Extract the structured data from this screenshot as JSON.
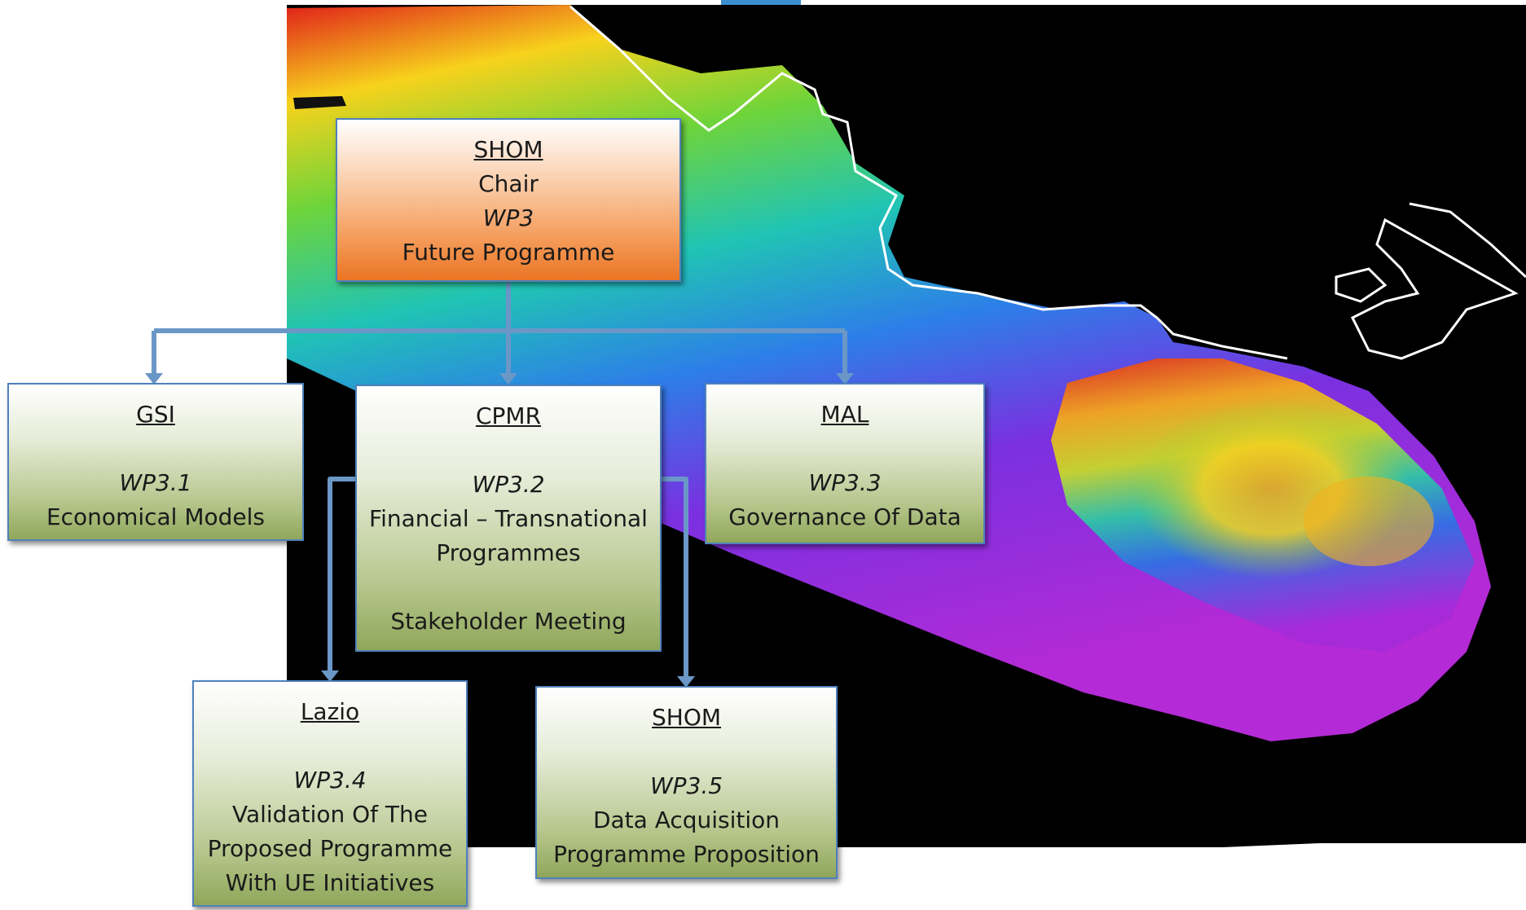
{
  "colors": {
    "box_border": "#4f81bd",
    "connector": "#6b97c7",
    "chair_fill": "#ea7424",
    "wp_fill": "#8fa75a",
    "background_sea": "#000000"
  },
  "chair": {
    "org": "SHOM",
    "role": "Chair",
    "wp": "WP3",
    "title": "Future Programme"
  },
  "work_packages": [
    {
      "id": "gsi",
      "org": "GSI",
      "wp": "WP3.1",
      "lines": [
        "Economical Models"
      ]
    },
    {
      "id": "cpmr",
      "org": "CPMR",
      "wp": "WP3.2",
      "lines": [
        "Financial – Transnational",
        "Programmes"
      ],
      "extra": "Stakeholder Meeting"
    },
    {
      "id": "mal",
      "org": "MAL",
      "wp": "WP3.3",
      "lines": [
        "Governance Of Data"
      ]
    },
    {
      "id": "lazio",
      "org": "Lazio",
      "wp": "WP3.4",
      "lines": [
        "Validation Of The",
        "Proposed Programme",
        "With UE Initiatives"
      ]
    },
    {
      "id": "shom2",
      "org": "SHOM",
      "wp": "WP3.5",
      "lines": [
        "Data Acquisition",
        "Programme Proposition"
      ]
    }
  ]
}
